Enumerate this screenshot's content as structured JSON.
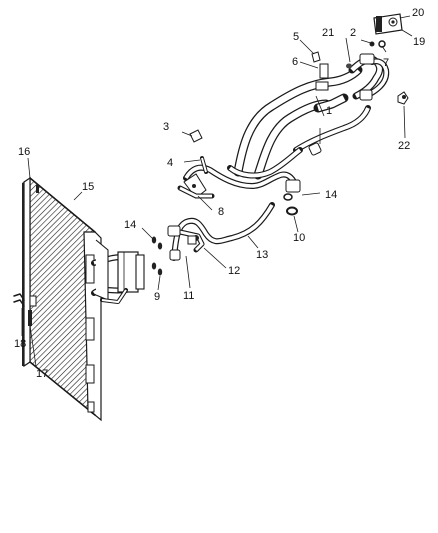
{
  "diagram": {
    "callouts": [
      {
        "id": "c1",
        "label": "1"
      },
      {
        "id": "c2",
        "label": "2"
      },
      {
        "id": "c3",
        "label": "3"
      },
      {
        "id": "c4",
        "label": "4"
      },
      {
        "id": "c5",
        "label": "5"
      },
      {
        "id": "c6",
        "label": "6"
      },
      {
        "id": "c7",
        "label": "7"
      },
      {
        "id": "c8",
        "label": "8"
      },
      {
        "id": "c9",
        "label": "9"
      },
      {
        "id": "c10",
        "label": "10"
      },
      {
        "id": "c11",
        "label": "11"
      },
      {
        "id": "c12",
        "label": "12"
      },
      {
        "id": "c13",
        "label": "13"
      },
      {
        "id": "c14a",
        "label": "14"
      },
      {
        "id": "c14b",
        "label": "14"
      },
      {
        "id": "c15",
        "label": "15"
      },
      {
        "id": "c16",
        "label": "16"
      },
      {
        "id": "c17",
        "label": "17"
      },
      {
        "id": "c18",
        "label": "18"
      },
      {
        "id": "c19",
        "label": "19"
      },
      {
        "id": "c20",
        "label": "20"
      },
      {
        "id": "c21",
        "label": "21"
      },
      {
        "id": "c22",
        "label": "22"
      }
    ]
  }
}
